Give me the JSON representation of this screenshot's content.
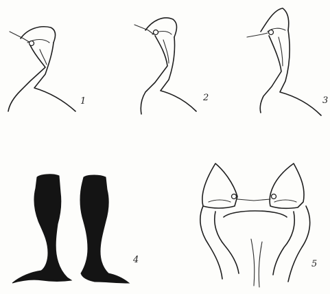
{
  "figure": {
    "ink_color": "#1e1e1e",
    "paper_color": "#fdfdfb",
    "panels": [
      {
        "id": "p1",
        "label": "1",
        "subject": "head-and-neck-outline-icon"
      },
      {
        "id": "p2",
        "label": "2",
        "subject": "head-and-neck-outline-icon"
      },
      {
        "id": "p3",
        "label": "3",
        "subject": "head-and-neck-outline-icon"
      },
      {
        "id": "p4",
        "label": "4",
        "subject": "paired-silhouette-legs-icon"
      },
      {
        "id": "p5",
        "label": "5",
        "subject": "two-heads-joined-outline-icon"
      }
    ]
  }
}
